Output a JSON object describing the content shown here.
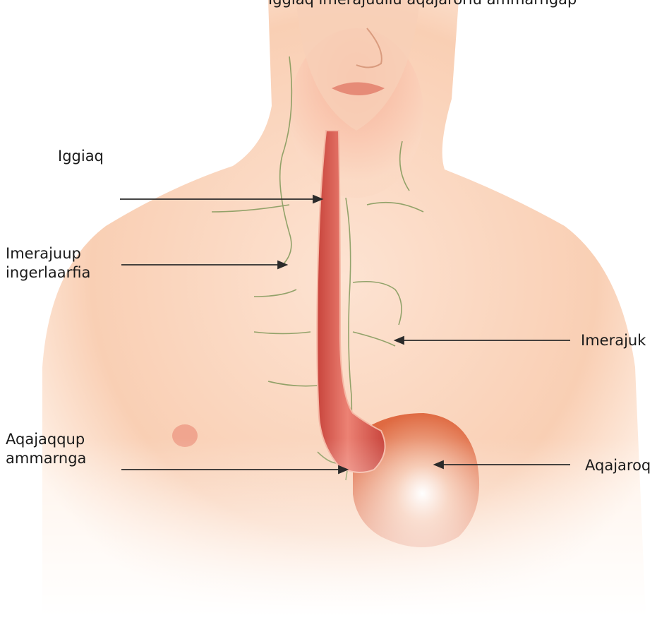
{
  "title_fragment": "Iggiaq imerajuullu aqajarorlu ammarngap",
  "labels": {
    "iggiaq": "Iggiaq",
    "imerajuup_line1": "Imerajuup",
    "imerajuup_line2": "ingerlaarfia",
    "imerajuk": "Imerajuk",
    "aqajaqqup_line1": "Aqajaqqup",
    "aqajaqqup_line2": "ammarnga",
    "aqajaroq": "Aqajaroq"
  },
  "colors": {
    "skin": "#fbd9c4",
    "skin_shadow": "#f2b99b",
    "esophagus": "#d9554a",
    "stomach": "#e06a45",
    "lymph": "#6f8f4a",
    "arrow": "#2b2b2b"
  }
}
